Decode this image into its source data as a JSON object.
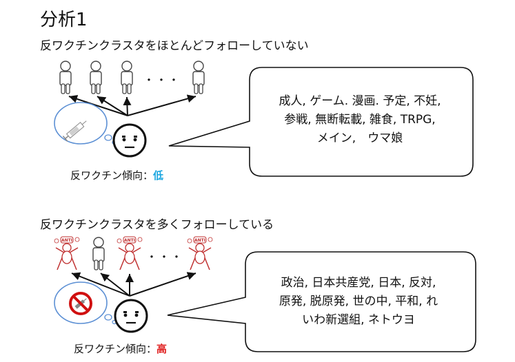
{
  "title": "分析1",
  "section1": {
    "heading": "反ワクチンクラスタをほとんどフォローしていない",
    "bubble_lines": [
      "成人, ゲーム. 漫画. 予定, 不妊,",
      "参戦, 無断転載, 雑食, TRPG,",
      "メイン,　ウマ娘"
    ],
    "tendency_label": "反ワクチン傾向：",
    "tendency_value": "低",
    "dots": "・・・"
  },
  "section2": {
    "heading": "反ワクチンクラスタを多くフォローしている",
    "bubble_lines": [
      "政治, 日本共産党, 日本, 反対,",
      "原発, 脱原発, 世の中, 平和, れ",
      "いわ新選組, ネトウヨ"
    ],
    "tendency_label": "反ワクチン傾向：",
    "tendency_value": "高",
    "dots": "・・・",
    "badge": "ANTI"
  },
  "colors": {
    "low": "#1aa6e0",
    "high": "#e02020",
    "thought_outline": "#5b8fd4",
    "ban": "#d01010"
  },
  "icons": [
    "person-icon",
    "anti-vax-person-icon",
    "syringe-icon",
    "no-syringe-icon",
    "neutral-face-icon"
  ]
}
